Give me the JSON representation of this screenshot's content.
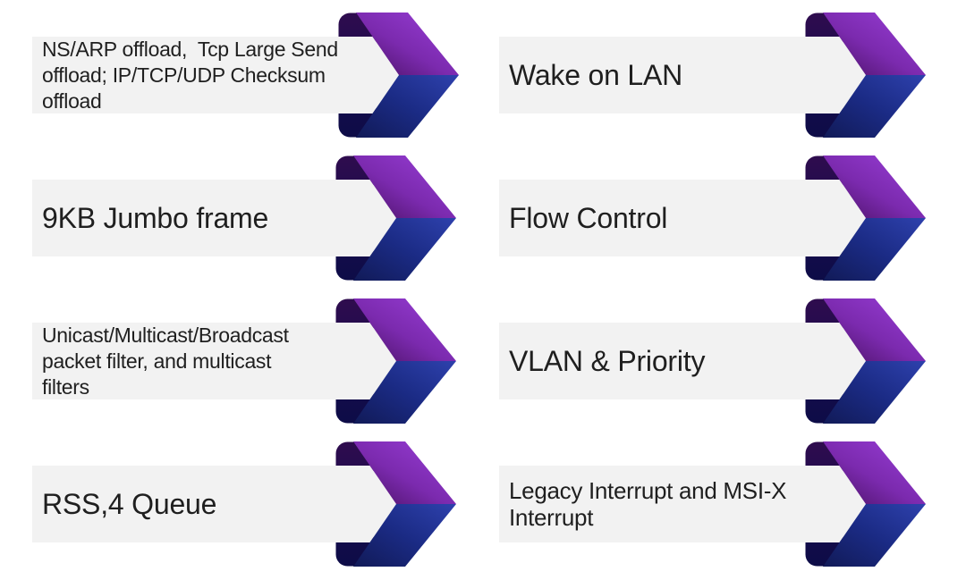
{
  "page": {
    "background": "#ffffff"
  },
  "colors": {
    "bar_background": "#f2f2f2",
    "text": "#1f1f1f",
    "arrow_purple_bright": "#9a3fd9",
    "arrow_purple_mid": "#7b2aae",
    "arrow_purple_dark": "#471060",
    "arrow_blue_bright": "#2e41ad",
    "arrow_blue_mid": "#1b2b85",
    "arrow_blue_dark": "#111a57",
    "arrow_fold_purple": "#2f0c4e",
    "arrow_fold_navy": "#0d0c47"
  },
  "icons": {
    "arrow": "ribbon-chevron-right-icon"
  },
  "items": [
    {
      "label": "NS/ARP offload,  Tcp Large Send\noffload; IP/TCP/UDP Checksum\noffload"
    },
    {
      "label": "Wake on LAN"
    },
    {
      "label": "9KB Jumbo frame"
    },
    {
      "label": "Flow Control"
    },
    {
      "label": "Unicast/Multicast/Broadcast\npacket filter, and multicast\nfilters"
    },
    {
      "label": "VLAN & Priority"
    },
    {
      "label": "RSS,4 Queue"
    },
    {
      "label": "Legacy Interrupt and MSI-X\nInterrupt"
    }
  ]
}
